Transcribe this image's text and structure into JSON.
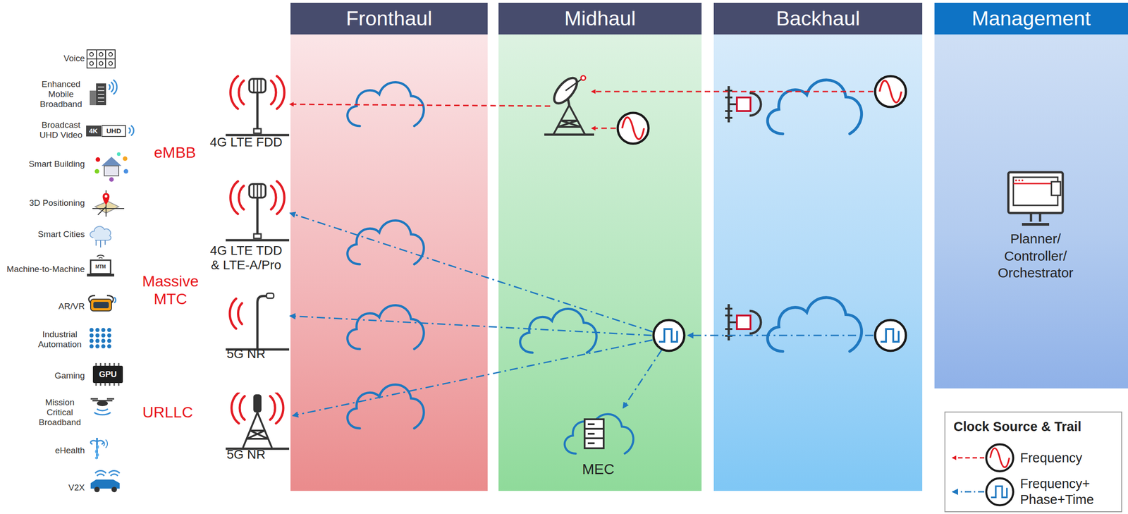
{
  "diagram": {
    "nodes": [
      {
        "text": [
          "Fronthaul"
        ]
      },
      {
        "text": [
          "Midhaul"
        ]
      },
      {
        "text": [
          "Backhaul"
        ]
      },
      {
        "text": [
          "Management"
        ]
      },
      {
        "text": [
          "Planner/ Controller/ Orchestrator"
        ],
        "in": 3
      },
      {
        "text": [
          "MEC"
        ],
        "in": 1
      }
    ],
    "labels": [
      "Voice",
      "Enhanced Mobile Broadband",
      "Broadcast UHD Video",
      "Smart Building",
      "3D Positioning",
      "Smart Cities",
      "Machine-to-Machine",
      "AR/VR",
      "Industrial Automation",
      "Gaming",
      "Mission Critical Broadband",
      "eHealth",
      "V2X",
      "eMBB",
      "Massive MTC",
      "URLLC",
      "4G LTE FDD",
      "4G LTE TDD & LTE-A/Pro",
      "5G NR",
      "5G NR",
      "4K",
      "UHD",
      "GPU",
      "MTM",
      "Clock Source & Trail"
    ],
    "legend": [
      {
        "text": "Frequency"
      },
      {
        "text": "Frequency+ Phase+Time"
      }
    ]
  }
}
